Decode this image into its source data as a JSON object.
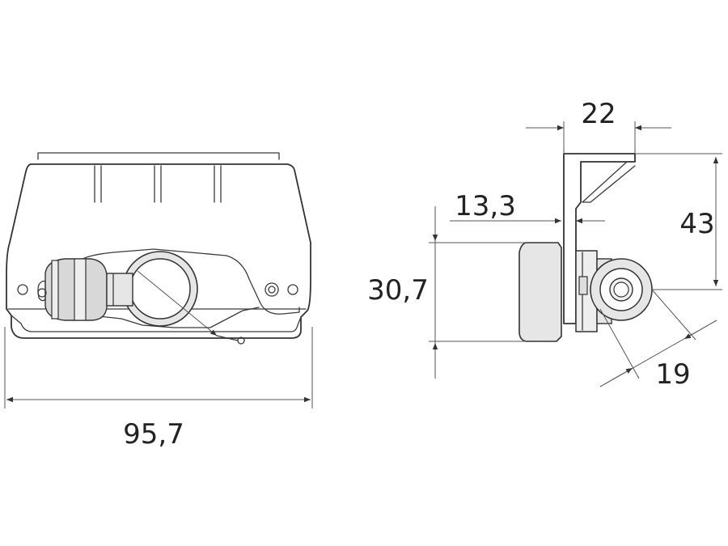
{
  "dimensions": {
    "width_total": "95,7",
    "height_front": "30,7",
    "offset": "13,3",
    "depth_top": "22",
    "height_side": "43",
    "diameter": "19"
  },
  "colors": {
    "line": "#3a3a3a",
    "fill_light": "#e6e6e6",
    "background": "#ffffff"
  }
}
